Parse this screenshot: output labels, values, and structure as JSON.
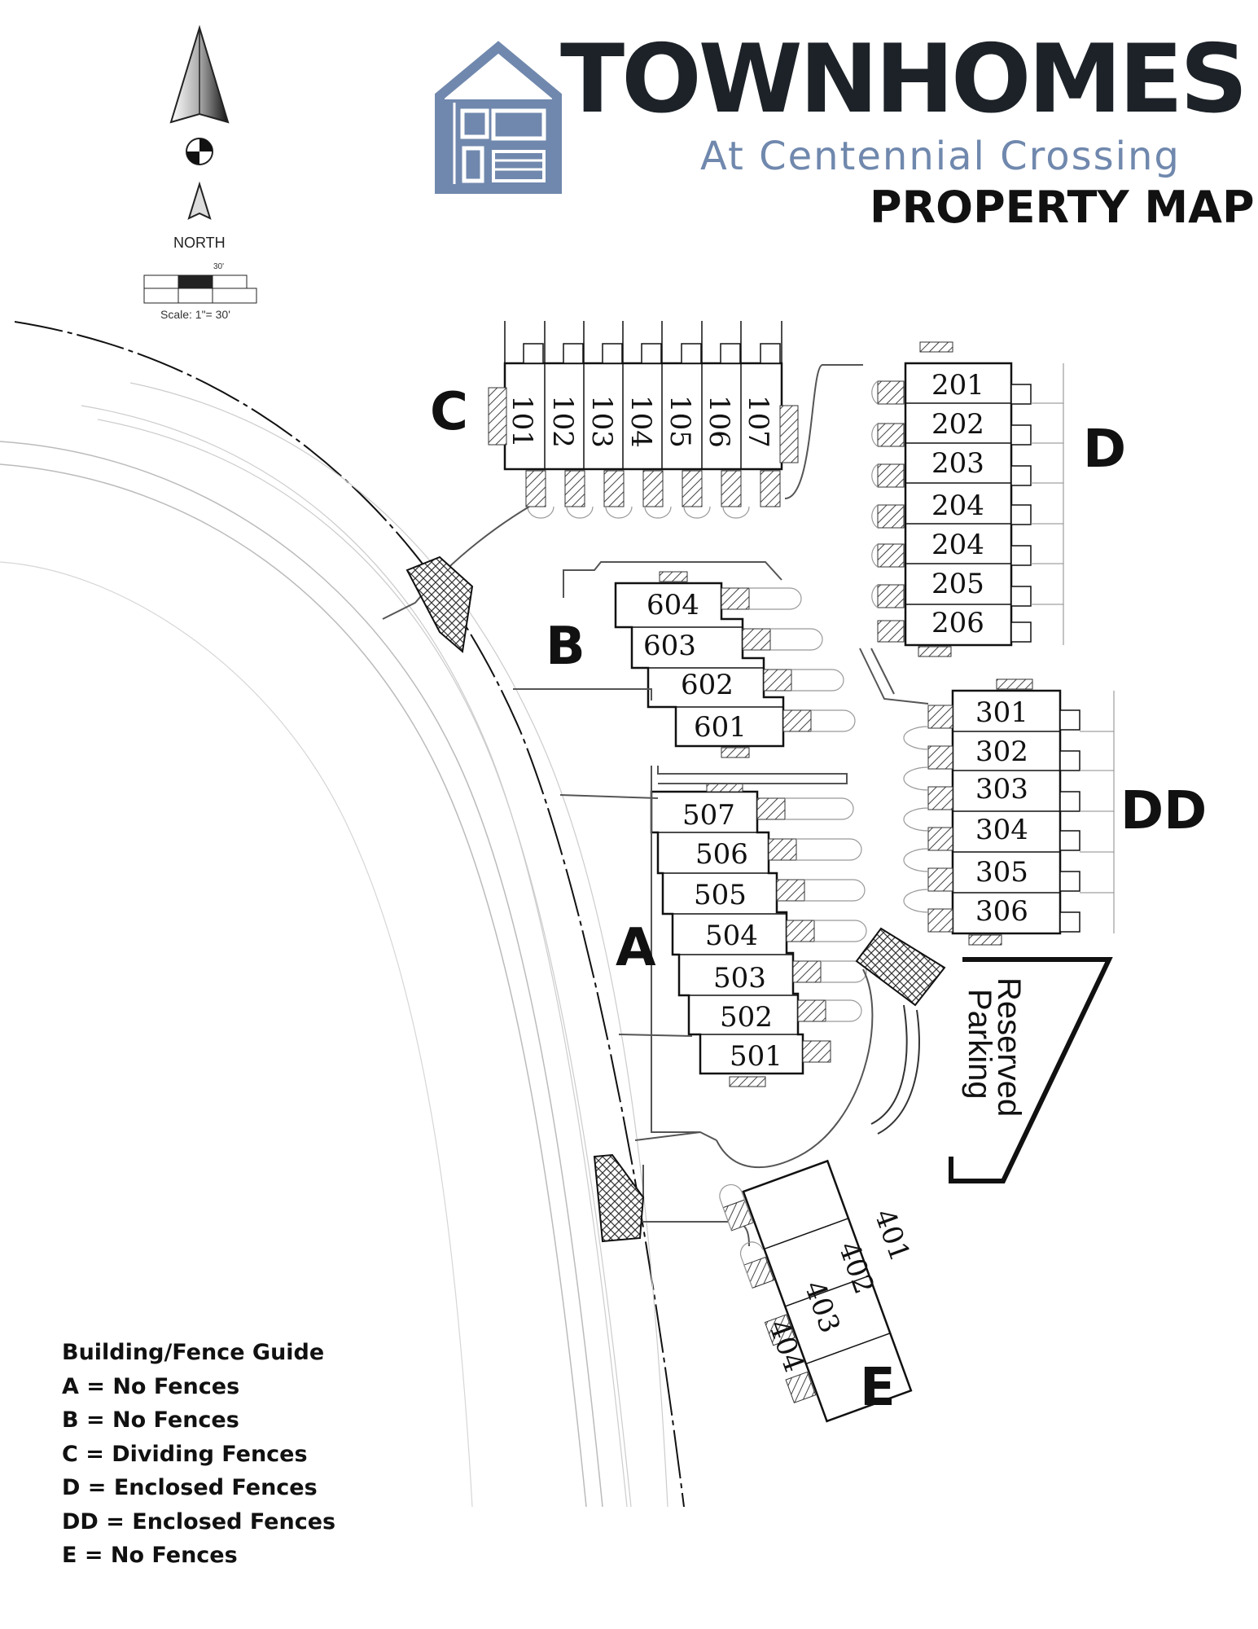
{
  "header": {
    "title": "TOWNHOMES",
    "subtitle": "At Centennial Crossing",
    "map_title": "PROPERTY MAP",
    "logo_color": "#7088ad"
  },
  "compass": {
    "label": "NORTH",
    "scale_text": "Scale: 1\"= 30'",
    "scale_distance": "30'"
  },
  "buildings": {
    "A": {
      "letter": "A",
      "units": [
        "507",
        "506",
        "505",
        "504",
        "503",
        "502",
        "501"
      ]
    },
    "B": {
      "letter": "B",
      "units": [
        "604",
        "603",
        "602",
        "601"
      ]
    },
    "C": {
      "letter": "C",
      "units": [
        "101",
        "102",
        "103",
        "104",
        "105",
        "106",
        "107"
      ]
    },
    "D": {
      "letter": "D",
      "units": [
        "201",
        "202",
        "203",
        "204",
        "204",
        "205",
        "206"
      ]
    },
    "DD": {
      "letter": "DD",
      "units": [
        "301",
        "302",
        "303",
        "304",
        "305",
        "306"
      ]
    },
    "E": {
      "letter": "E",
      "units": [
        "401",
        "402",
        "403",
        "404"
      ]
    }
  },
  "reserved_parking": {
    "line1": "Reserved",
    "line2": "Parking"
  },
  "guide": {
    "title": "Building/Fence Guide",
    "items": [
      "A = No Fences",
      "B = No Fences",
      "C = Dividing Fences",
      "D = Enclosed Fences",
      "DD = Enclosed Fences",
      "E = No Fences"
    ]
  },
  "colors": {
    "logo_blue": "#7088ad",
    "title_dark": "#1c2227",
    "hatch": "#555555"
  },
  "icons": [
    "house-logo-icon",
    "north-arrow-icon"
  ]
}
